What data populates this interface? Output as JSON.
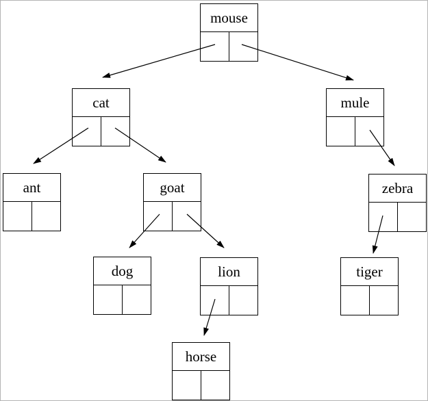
{
  "figure": {
    "description": "Linked-node diagram of a binary search tree of animal names",
    "background_color": "#ffffff",
    "frame_border_color": "#b3b3b3",
    "node_border_color": "#000000",
    "arrow_color": "#000000",
    "text_color": "#000000",
    "root": "mouse",
    "nodes": {
      "mouse": {
        "label": "mouse",
        "left": "cat",
        "right": "mule"
      },
      "cat": {
        "label": "cat",
        "left": "ant",
        "right": "goat"
      },
      "mule": {
        "label": "mule",
        "left": null,
        "right": "zebra"
      },
      "ant": {
        "label": "ant",
        "left": null,
        "right": null
      },
      "goat": {
        "label": "goat",
        "left": "dog",
        "right": "lion"
      },
      "zebra": {
        "label": "zebra",
        "left": "tiger",
        "right": null
      },
      "dog": {
        "label": "dog",
        "left": null,
        "right": null
      },
      "lion": {
        "label": "lion",
        "left": "horse",
        "right": null
      },
      "tiger": {
        "label": "tiger",
        "left": null,
        "right": null
      },
      "horse": {
        "label": "horse",
        "left": null,
        "right": null
      }
    }
  }
}
